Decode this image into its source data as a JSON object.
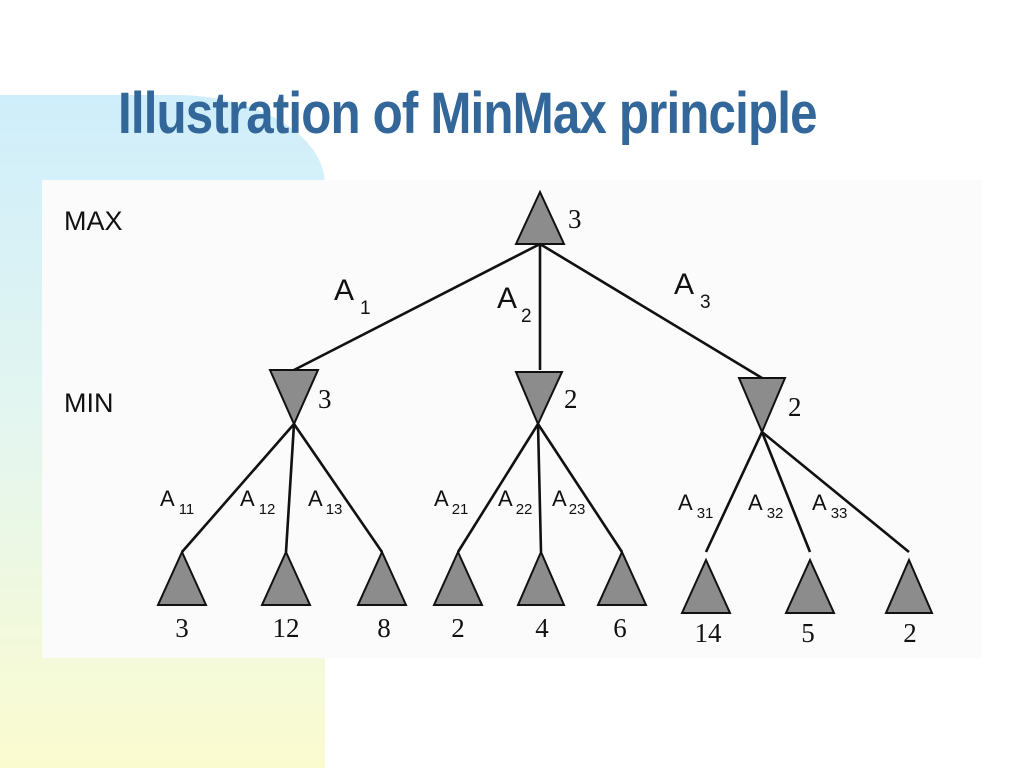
{
  "slide": {
    "title": "Illustration of MinMax principle"
  },
  "tree": {
    "levels": {
      "max": "MAX",
      "min": "MIN"
    },
    "root": {
      "value": "3"
    },
    "moves": [
      {
        "label": "A",
        "sub": "1"
      },
      {
        "label": "A",
        "sub": "2"
      },
      {
        "label": "A",
        "sub": "3"
      }
    ],
    "min_nodes": [
      {
        "value": "3",
        "moves": [
          {
            "label": "A",
            "sub": "11"
          },
          {
            "label": "A",
            "sub": "12"
          },
          {
            "label": "A",
            "sub": "13"
          }
        ],
        "leaves": [
          "3",
          "12",
          "8"
        ]
      },
      {
        "value": "2",
        "moves": [
          {
            "label": "A",
            "sub": "21"
          },
          {
            "label": "A",
            "sub": "22"
          },
          {
            "label": "A",
            "sub": "23"
          }
        ],
        "leaves": [
          "2",
          "4",
          "6"
        ]
      },
      {
        "value": "2",
        "moves": [
          {
            "label": "A",
            "sub": "31"
          },
          {
            "label": "A",
            "sub": "32"
          },
          {
            "label": "A",
            "sub": "33"
          }
        ],
        "leaves": [
          "14",
          "5",
          "2"
        ]
      }
    ]
  }
}
